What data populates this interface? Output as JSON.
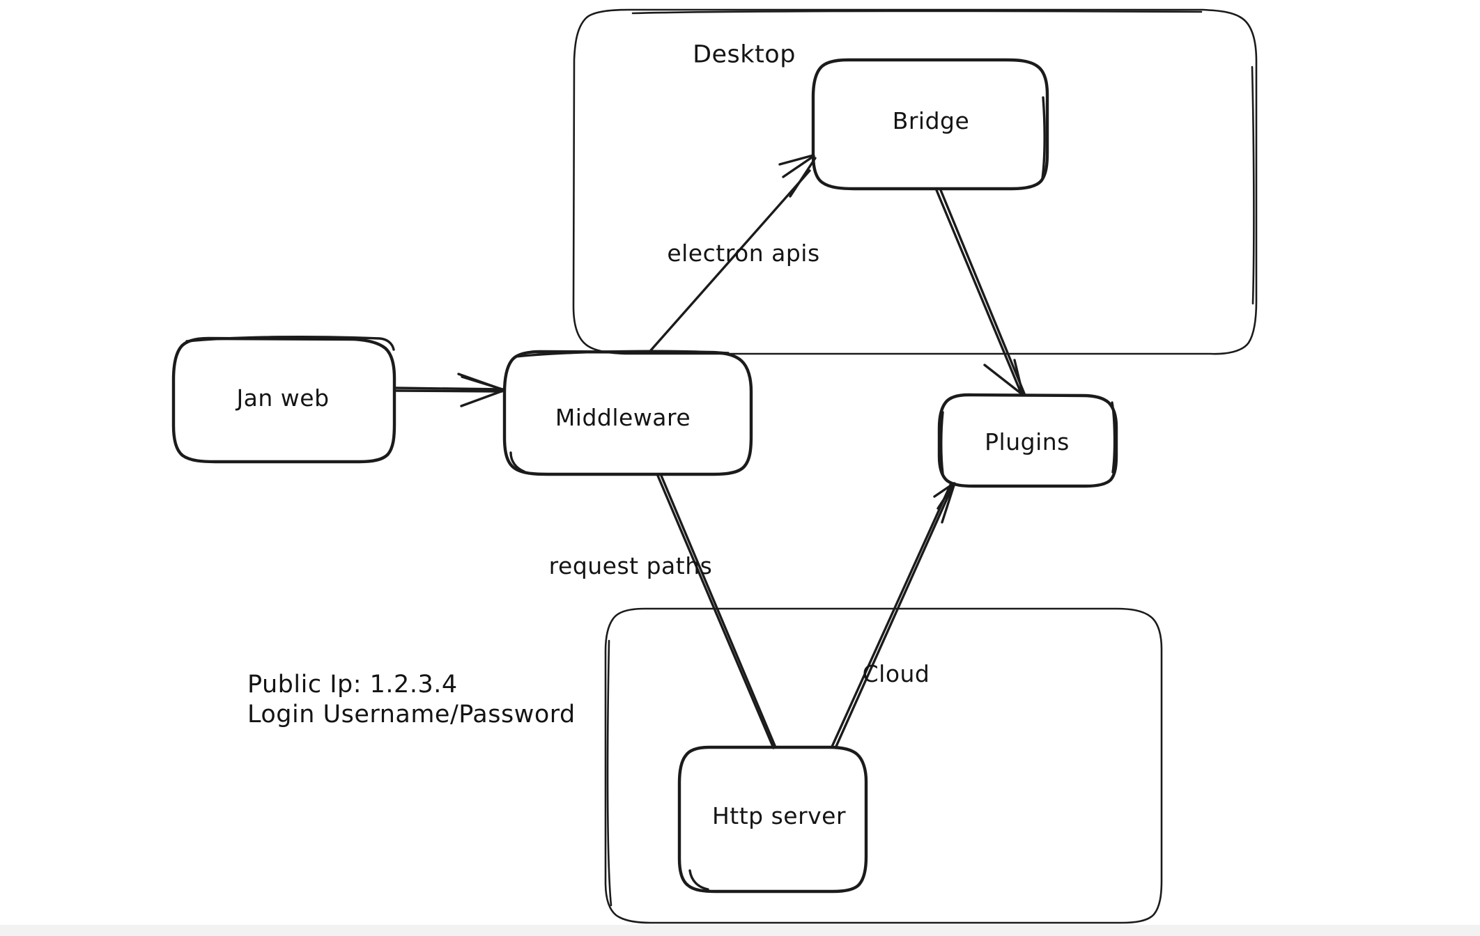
{
  "diagram": {
    "title_visible": false,
    "background_color": "#ffffff",
    "ink_color": "#1b1b1b",
    "style": "hand-drawn whiteboard sketch",
    "groups": [
      {
        "id": "desktop",
        "label": "Desktop",
        "label_position": "top-center"
      },
      {
        "id": "cloud",
        "label": "",
        "label_position": "inline-edge"
      }
    ],
    "nodes": [
      {
        "id": "jan-web",
        "label": "Jan web"
      },
      {
        "id": "middleware",
        "label": "Middleware"
      },
      {
        "id": "bridge",
        "label": "Bridge"
      },
      {
        "id": "plugins",
        "label": "Plugins"
      },
      {
        "id": "http-server",
        "label": "Http server"
      }
    ],
    "edges": [
      {
        "id": "jan-to-middleware",
        "from": "jan-web",
        "to": "middleware",
        "label": "",
        "arrow": true
      },
      {
        "id": "middleware-to-bridge",
        "from": "middleware",
        "to": "bridge",
        "label": "electron apis",
        "arrow": true
      },
      {
        "id": "bridge-to-plugins",
        "from": "bridge",
        "to": "plugins",
        "label": "",
        "arrow": true
      },
      {
        "id": "middleware-to-http",
        "from": "middleware",
        "to": "http-server",
        "label": "request paths",
        "arrow": false
      },
      {
        "id": "http-to-plugins",
        "from": "http-server",
        "to": "plugins",
        "label": "Cloud",
        "arrow": true
      }
    ],
    "notes": {
      "id": "connection-note",
      "line1": "Public Ip: 1.2.3.4",
      "line2": "Login Username/Password"
    }
  }
}
